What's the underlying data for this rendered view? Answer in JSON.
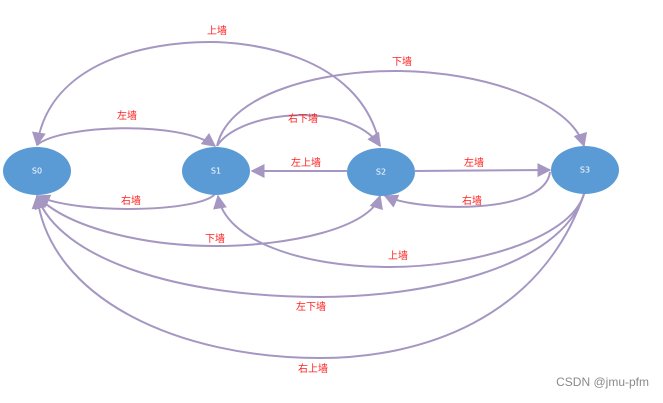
{
  "diagram": {
    "type": "state-transition",
    "colors": {
      "node_fill": "#5b9bd5",
      "edge": "#a597c2",
      "edge_label": "#ff2020",
      "node_label": "#ffffff"
    },
    "nodes": [
      {
        "id": "S0",
        "label": "S0"
      },
      {
        "id": "S1",
        "label": "S1"
      },
      {
        "id": "S2",
        "label": "S2"
      },
      {
        "id": "S3",
        "label": "S3"
      }
    ],
    "edges": [
      {
        "from": "S2",
        "to": "S0",
        "label": "上墙"
      },
      {
        "from": "S1",
        "to": "S3",
        "label": "下墙"
      },
      {
        "from": "S0",
        "to": "S1",
        "label": "左墙"
      },
      {
        "from": "S1",
        "to": "S2",
        "label": "右下墙"
      },
      {
        "from": "S2",
        "to": "S1",
        "label": "左上墙"
      },
      {
        "from": "S2",
        "to": "S3",
        "label": "左墙"
      },
      {
        "from": "S1",
        "to": "S0",
        "label": "右墙"
      },
      {
        "from": "S3",
        "to": "S2",
        "label": "右墙"
      },
      {
        "from": "S0",
        "to": "S2",
        "label": "下墙"
      },
      {
        "from": "S3",
        "to": "S1",
        "label": "上墙"
      },
      {
        "from": "S3",
        "to": "S0",
        "label": "左下墙"
      },
      {
        "from": "S3",
        "to": "S0",
        "label": "右上墙"
      }
    ]
  },
  "watermark": "CSDN @jmu-pfm"
}
